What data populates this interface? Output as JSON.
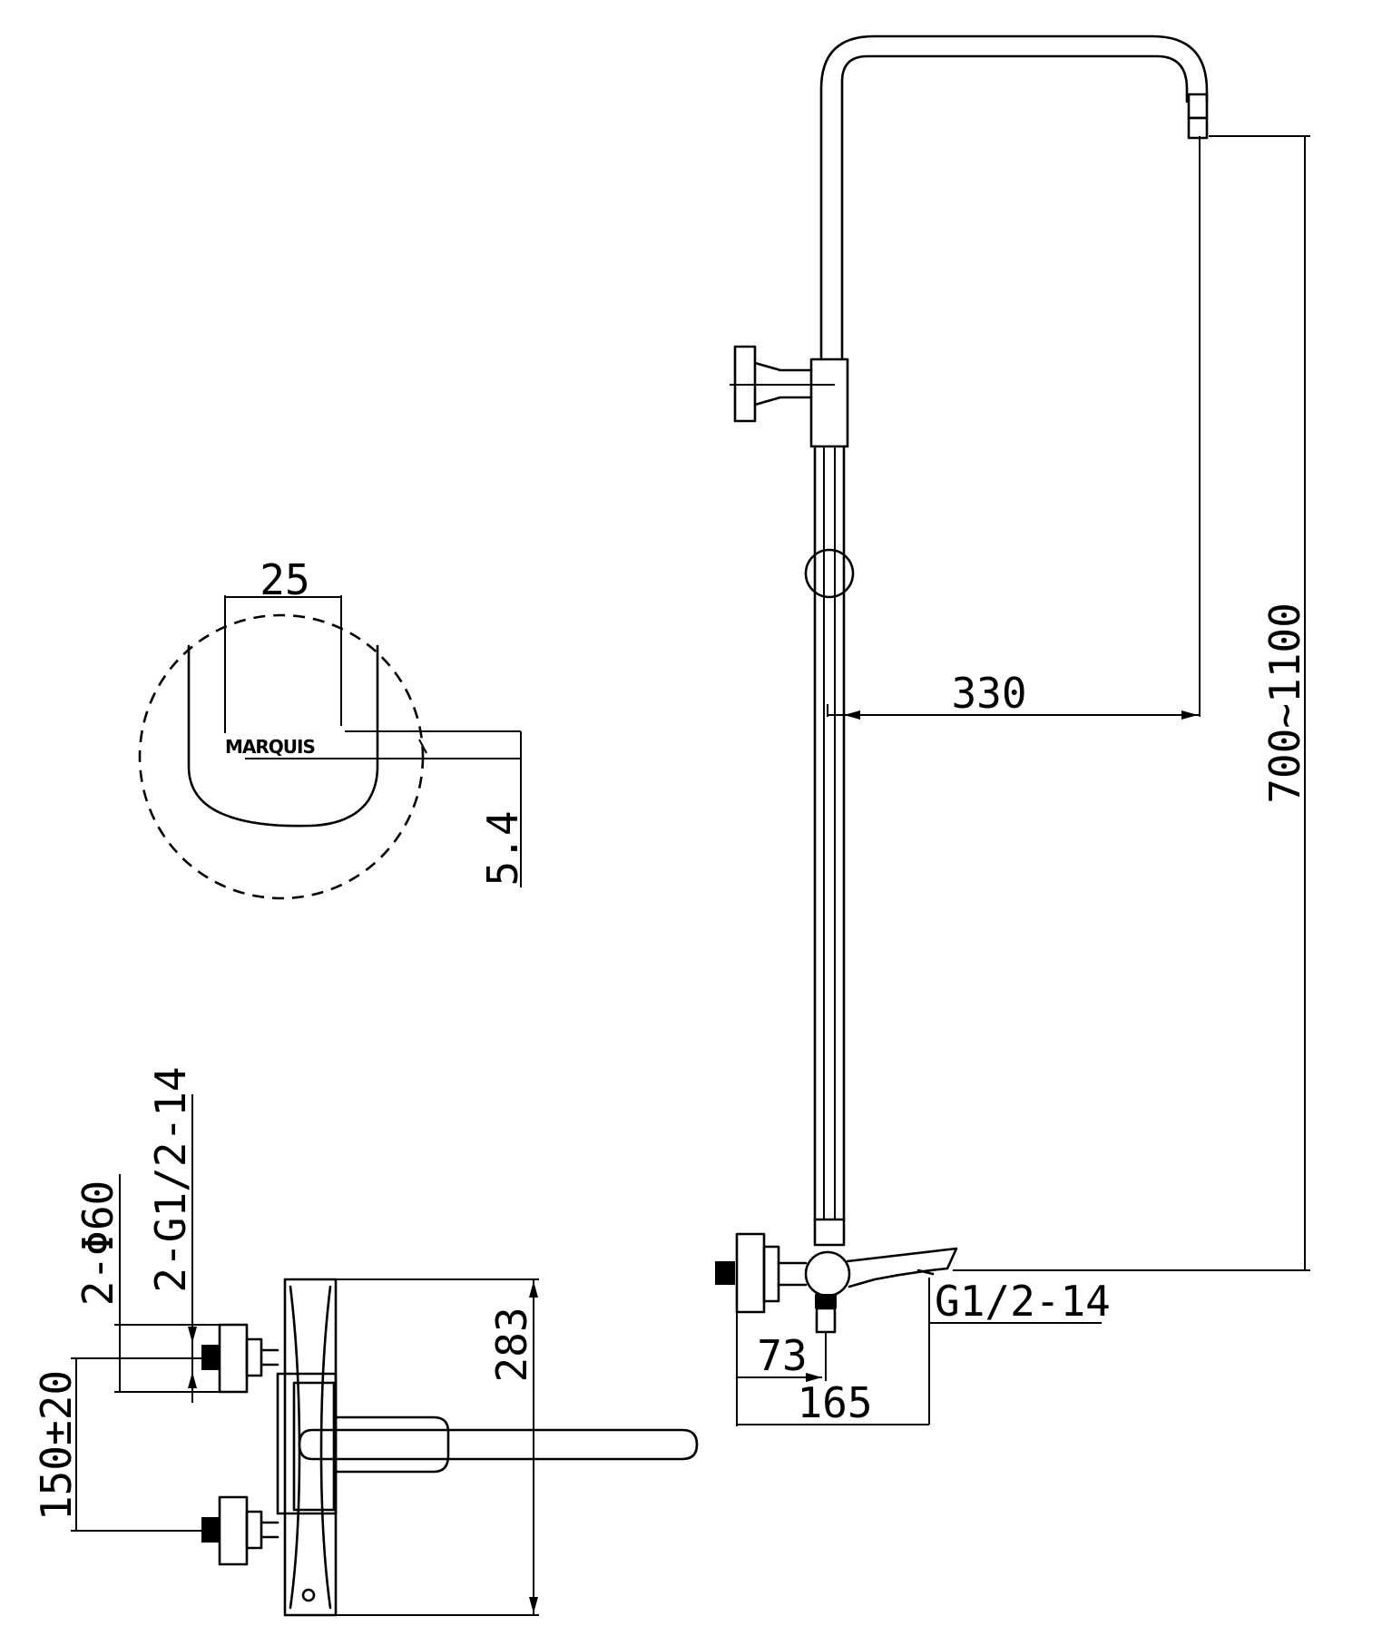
{
  "logo_text": "MARQUIS",
  "detail": {
    "width_label": "25",
    "depth_label": "5.4"
  },
  "shower": {
    "arm_reach_label": "330",
    "height_range_label": "700~1100",
    "inlet_thread_label": "G1/2-14",
    "spout_projection_label": "73",
    "overall_depth_label": "165"
  },
  "mixer": {
    "flange_label": "2-Φ60",
    "inlet_label": "2-G1/2-14",
    "centers_label": "150±20",
    "height_label": "283"
  }
}
